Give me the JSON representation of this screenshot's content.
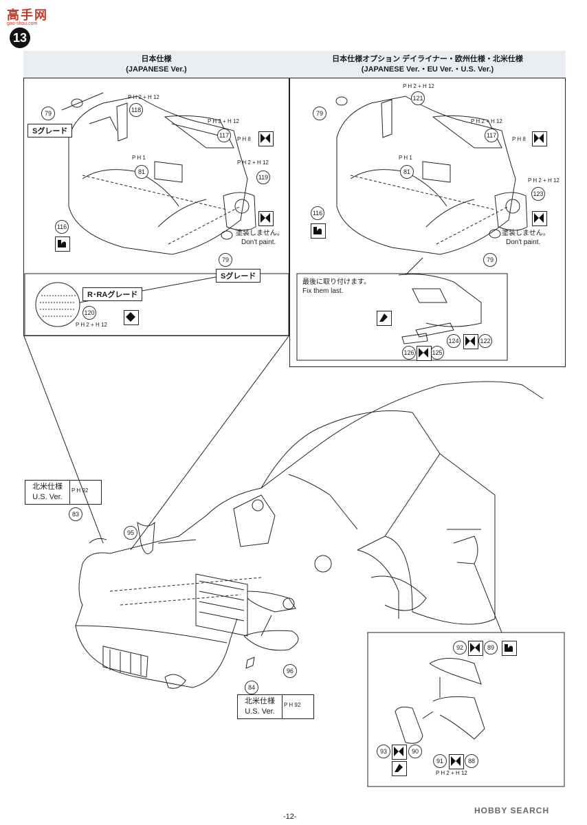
{
  "site": {
    "logo_text": "高手网",
    "logo_sub": "gao-shou.com"
  },
  "step_number": "13",
  "panels": {
    "left": {
      "title_jp": "日本仕様",
      "title_en": "(JAPANESE Ver.)"
    },
    "right": {
      "title_jp": "日本仕様オプション デイライナー・欧州仕様・北米仕様",
      "title_en": "(JAPANESE Ver.・EU Ver.・U.S. Ver.)"
    }
  },
  "labels": {
    "s_grade": "Sグレード",
    "r_ra_grade": "R･RAグレード",
    "no_paint_jp": "塗装しません。",
    "no_paint_en": "Don't paint.",
    "fix_last_jp": "最後に取り付けます。",
    "fix_last_en": "Fix them last.",
    "us_jp": "北米仕様",
    "us_en": "U.S. Ver."
  },
  "part_codes": {
    "ph2_h12": "P H 2 + H 12",
    "ph1": "P H 1",
    "ph8": "P H 8",
    "ph92": "P H 92"
  },
  "parts": [
    "79",
    "118",
    "117",
    "81",
    "116",
    "119",
    "120",
    "121",
    "123",
    "122",
    "124",
    "125",
    "126",
    "83",
    "95",
    "84",
    "96",
    "92",
    "89",
    "93",
    "90",
    "91",
    "88"
  ],
  "footer": {
    "page_number": "-12-",
    "watermark": "HOBBY SEARCH"
  },
  "icons": [
    "glue-icon",
    "cement-icon",
    "paint-icon",
    "decal-icon"
  ]
}
